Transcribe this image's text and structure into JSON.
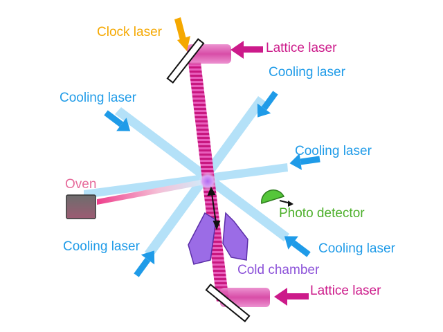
{
  "labels": {
    "clock_laser": "Clock laser",
    "lattice_laser_top": "Lattice laser",
    "lattice_laser_bottom": "Lattice laser",
    "cooling_laser_top_right": "Cooling laser",
    "cooling_laser_top_left": "Cooling laser",
    "cooling_laser_right": "Cooling laser",
    "cooling_laser_bottom_right": "Cooling laser",
    "cooling_laser_bottom_left": "Cooling laser",
    "oven": "Oven",
    "photo_detector": "Photo detector",
    "cold_chamber": "Cold chamber"
  },
  "colors": {
    "clock": "#f5a800",
    "lattice": "#cc1a8a",
    "lattice_beam": "#e254b7",
    "cooling": "#1f9be8",
    "cooling_beam": "#a7dcf7",
    "oven_text": "#e66b9b",
    "oven_box": "#8a5d6a",
    "detector": "#4caf2a",
    "chamber": "#8c52d9"
  },
  "icons": {
    "mirror_top": "mirror-icon",
    "mirror_bottom": "mirror-icon",
    "oven": "oven-box-icon",
    "detector": "photo-detector-icon",
    "chamber": "cold-chamber-icon",
    "atoms": "atom-cloud-icon"
  }
}
